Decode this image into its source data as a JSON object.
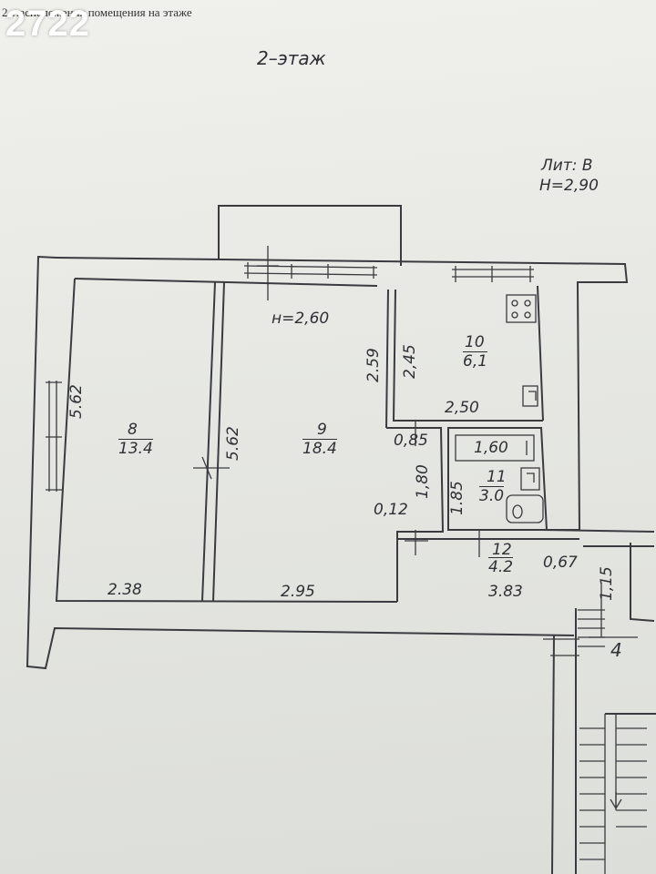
{
  "watermark": "2722",
  "header": "2…асположения помещения на этаже",
  "floor_title": "2–этаж",
  "lit": {
    "line1": "Лит: В",
    "line2": "Н=2,90"
  },
  "ceiling": "н=2,60",
  "rooms": {
    "r8": {
      "num": "8",
      "area": "13.4"
    },
    "r9": {
      "num": "9",
      "area": "18.4"
    },
    "r10": {
      "num": "10",
      "area": "6,1"
    },
    "r11": {
      "num": "11",
      "area": "3.0"
    },
    "r12": {
      "num": "12",
      "area": "4.2"
    }
  },
  "dims": {
    "d562a": "5.62",
    "d562b": "5.62",
    "d238": "2.38",
    "d295": "2.95",
    "d259": "2.59",
    "d245": "2,45",
    "d250": "2,50",
    "d085": "0,85",
    "d160": "1,60",
    "d180": "1,80",
    "d185": "1.85",
    "d012": "0,12",
    "d067": "0,67",
    "d115": "1,15",
    "d383": "3.83"
  },
  "stair_label": "4"
}
